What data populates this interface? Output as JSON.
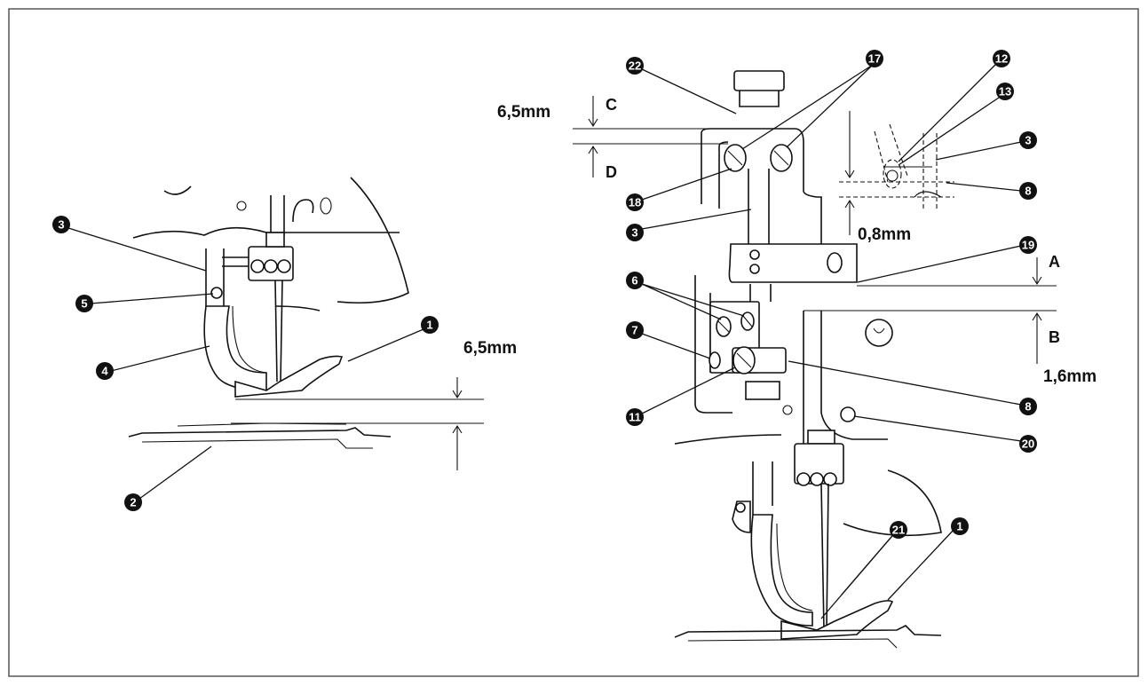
{
  "labels": {
    "b1a": "1",
    "b2": "2",
    "b3a": "3",
    "b4": "4",
    "b5": "5",
    "b22": "22",
    "b17": "17",
    "b12": "12",
    "b13": "13",
    "b3b": "3",
    "b8a": "8",
    "b18": "18",
    "b3c": "3",
    "b19": "19",
    "b6": "6",
    "b7": "7",
    "b11": "11",
    "b8b": "8",
    "b20": "20",
    "b21": "21",
    "b1b": "1"
  },
  "dims": {
    "left_gap": "6,5mm",
    "top_gap": "6,5mm",
    "offset": "0,8mm",
    "ab_gap": "1,6mm"
  },
  "letters": {
    "A": "A",
    "B": "B",
    "C": "C",
    "D": "D"
  }
}
